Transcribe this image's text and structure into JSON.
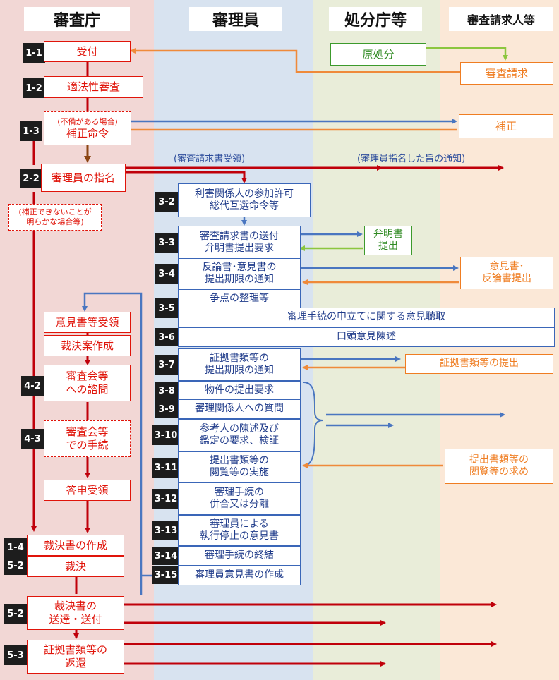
{
  "lanes": {
    "shinsacho": "審査庁",
    "shinriin": "審理員",
    "shobuncho": "処分庁等",
    "seikyunin": "審査請求人等"
  },
  "steps": {
    "1-1": {
      "num": "1-1",
      "label": "受付"
    },
    "1-2": {
      "num": "1-2",
      "label": "適法性審査"
    },
    "1-3": {
      "num": "1-3",
      "label_small": "(不備がある場合)",
      "label": "補正命令"
    },
    "2-2": {
      "num": "2-2",
      "label": "審理員の指名"
    },
    "note_hosei_fuka": "(補正できないことが\n明らかな場合等)",
    "iken_juryo": "意見書等受領",
    "saiketsuan": "裁決案作成",
    "4-2": {
      "num": "4-2",
      "label": "審査会等\nへの諮問"
    },
    "4-3": {
      "num": "4-3",
      "label": "審査会等\nでの手続"
    },
    "toshin": "答申受領",
    "1-4": {
      "num": "1-4",
      "label": "裁決書の作成"
    },
    "5-2a": {
      "num": "5-2",
      "label": "裁決"
    },
    "5-2b": {
      "num": "5-2",
      "label": "裁決書の\n送達・送付"
    },
    "5-3": {
      "num": "5-3",
      "label": "証拠書類等の\n返還"
    }
  },
  "shinri": {
    "note_juryo": "(審査請求書受領)",
    "note_tsuchi": "(審理員指名した旨の通知)",
    "3-2": {
      "num": "3-2",
      "label": "利害関係人の参加許可\n総代互選命令等"
    },
    "3-3": {
      "num": "3-3",
      "label": "審査請求書の送付\n弁明書提出要求"
    },
    "3-4": {
      "num": "3-4",
      "label": "反論書･意見書の\n提出期限の通知"
    },
    "3-5a": {
      "num": "3-5",
      "label": "争点の整理等"
    },
    "3-5b": {
      "label": "審理手続の申立てに関する意見聴取"
    },
    "3-6": {
      "num": "3-6",
      "label": "口頭意見陳述"
    },
    "3-7": {
      "num": "3-7",
      "label": "証拠書類等の\n提出期限の通知"
    },
    "3-8": {
      "num": "3-8",
      "label": "物件の提出要求"
    },
    "3-9": {
      "num": "3-9",
      "label": "審理関係人への質問"
    },
    "3-10": {
      "num": "3-10",
      "label": "参考人の陳述及び\n鑑定の要求、検証"
    },
    "3-11": {
      "num": "3-11",
      "label": "提出書類等の\n閲覧等の実施"
    },
    "3-12": {
      "num": "3-12",
      "label": "審理手続の\n併合又は分離"
    },
    "3-13": {
      "num": "3-13",
      "label": "審理員による\n執行停止の意見書"
    },
    "3-14": {
      "num": "3-14",
      "label": "審理手続の終結"
    },
    "3-15": {
      "num": "3-15",
      "label": "審理員意見書の作成"
    }
  },
  "others": {
    "gen_shobun": "原処分",
    "shinsa_seikyu": "審査請求",
    "hosei": "補正",
    "benmeisho": "弁明書\n提出",
    "ikensho": "意見書･\n反論書提出",
    "shoko_teishutsu": "証拠書類等の提出",
    "etsuran_motome": "提出書類等の\n閲覧等の求め"
  },
  "colors": {
    "lane_shinsacho": "#f2d7d5",
    "lane_shinriin": "#d8e3f0",
    "lane_shobuncho": "#e9edd9",
    "lane_seikyunin": "#fbe8d7",
    "red": "#c0000a",
    "blue": "#4a76c0",
    "orange": "#ef8a3a",
    "green": "#8cc63f",
    "brown": "#8b4513"
  }
}
